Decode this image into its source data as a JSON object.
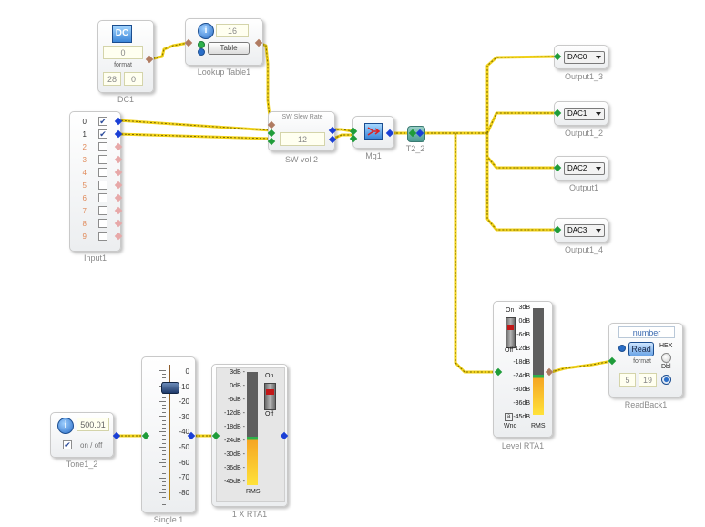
{
  "dc": {
    "title": "DC",
    "value": "0",
    "format_label": "format",
    "field_a": "28",
    "field_b": "0",
    "caption": "DC1"
  },
  "lookup": {
    "value": "16",
    "button": "Table",
    "caption": "Lookup Table1"
  },
  "input": {
    "rows": [
      "0",
      "1",
      "2",
      "3",
      "4",
      "5",
      "6",
      "7",
      "8",
      "9"
    ],
    "checked": [
      true,
      true,
      false,
      false,
      false,
      false,
      false,
      false,
      false,
      false
    ],
    "caption": "Input1"
  },
  "swvol": {
    "title": "SW Slew Rate",
    "value": "12",
    "caption": "SW vol 2"
  },
  "mg": {
    "caption": "Mg1"
  },
  "t2": {
    "caption": "T2_2"
  },
  "outputs": [
    {
      "dac": "DAC0",
      "caption": "Output1_3"
    },
    {
      "dac": "DAC1",
      "caption": "Output1_2"
    },
    {
      "dac": "DAC2",
      "caption": "Output1"
    },
    {
      "dac": "DAC3",
      "caption": "Output1_4"
    }
  ],
  "level_rta": {
    "on": "On",
    "off": "Off",
    "wno": "Wno",
    "rms": "RMS",
    "scale": [
      "3dB",
      "0dB",
      "-6dB",
      "-12dB",
      "-18dB",
      "-24dB",
      "-30dB",
      "-36dB",
      "-45dB"
    ],
    "level_fraction": 0.38,
    "caption": "Level RTA1"
  },
  "readback": {
    "title": "number",
    "read": "Read",
    "hex": "HEX",
    "dbl": "Dbl",
    "format": "format",
    "field_a": "5",
    "field_b": "19",
    "caption": "ReadBack1"
  },
  "tone": {
    "value": "500.01",
    "onoff": "on / off",
    "caption": "Tone1_2"
  },
  "single": {
    "scale": [
      "0",
      "-10",
      "-20",
      "-30",
      "-40",
      "-50",
      "-60",
      "-70",
      "-80"
    ],
    "caption": "Single 1"
  },
  "rta1x": {
    "scale": [
      "3dB -",
      "0dB -",
      "-6dB -",
      "-12dB -",
      "-18dB -",
      "-24dB -",
      "-30dB -",
      "-36dB -",
      "-45dB -"
    ],
    "on": "On",
    "off": "Off",
    "rms": "RMS",
    "level_fraction": 0.43,
    "caption": "1 X RTA1"
  },
  "colors": {
    "wire": "#f1d21a",
    "wire_dash": "#7a6a00",
    "pin_in": "#1f9c3a",
    "pin_out": "#1a3fd6"
  }
}
